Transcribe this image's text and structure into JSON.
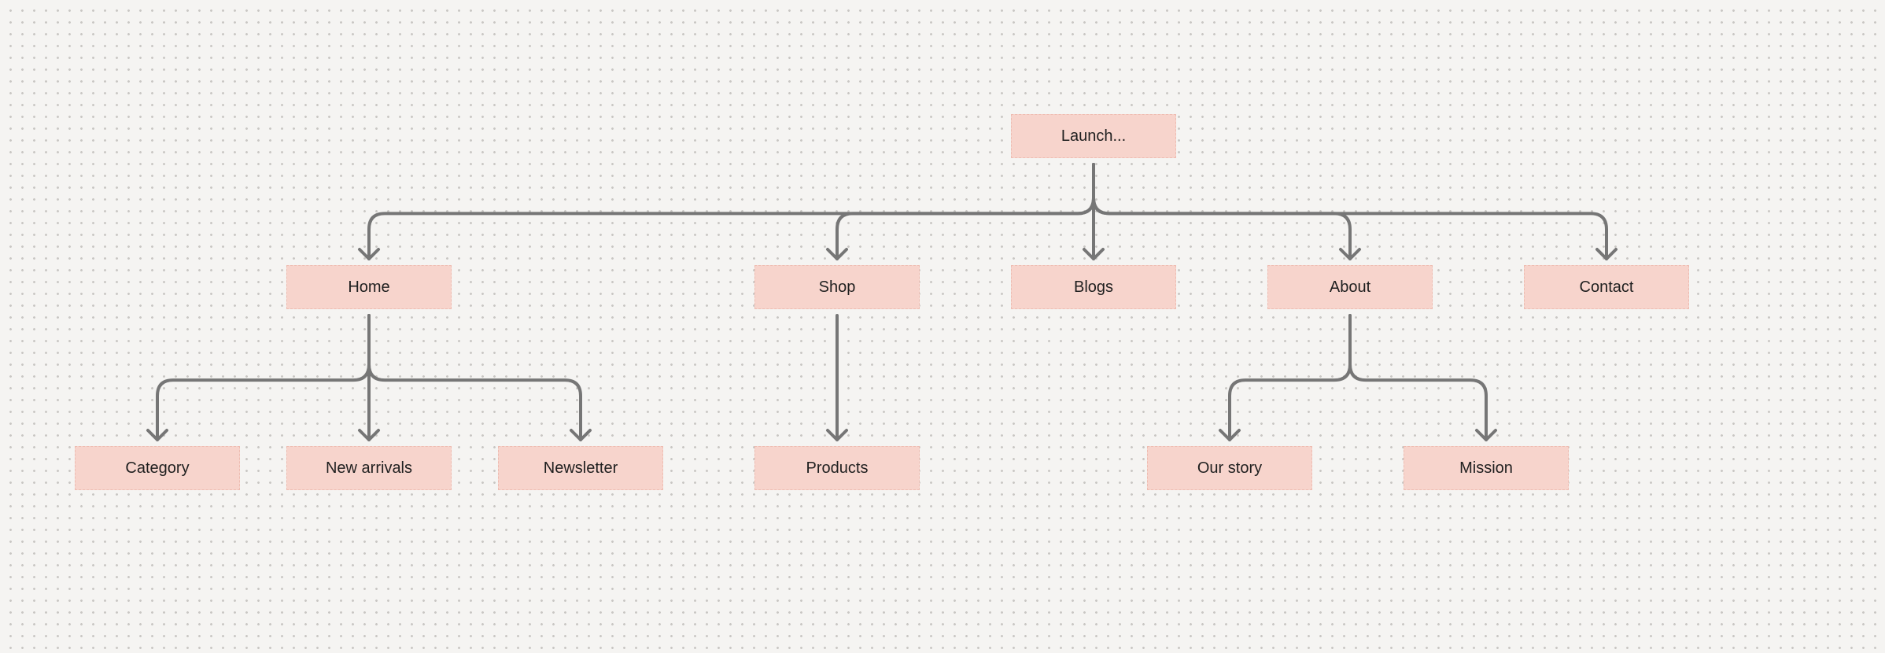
{
  "diagram": {
    "colors": {
      "canvas": "#f5f4f2",
      "dot": "#c9c7c4",
      "node_fill": "#f7d4cc",
      "connector": "#767676",
      "text": "#1f1f1f"
    },
    "nodes": {
      "launch": "Launch...",
      "home": "Home",
      "shop": "Shop",
      "blogs": "Blogs",
      "about": "About",
      "contact": "Contact",
      "category": "Category",
      "new_arrivals": "New arrivals",
      "newsletter": "Newsletter",
      "products": "Products",
      "our_story": "Our story",
      "mission": "Mission"
    },
    "edges": [
      {
        "from": "launch",
        "to": "home"
      },
      {
        "from": "launch",
        "to": "shop"
      },
      {
        "from": "launch",
        "to": "blogs"
      },
      {
        "from": "launch",
        "to": "about"
      },
      {
        "from": "launch",
        "to": "contact"
      },
      {
        "from": "home",
        "to": "category"
      },
      {
        "from": "home",
        "to": "new_arrivals"
      },
      {
        "from": "home",
        "to": "newsletter"
      },
      {
        "from": "shop",
        "to": "products"
      },
      {
        "from": "about",
        "to": "our_story"
      },
      {
        "from": "about",
        "to": "mission"
      }
    ]
  }
}
